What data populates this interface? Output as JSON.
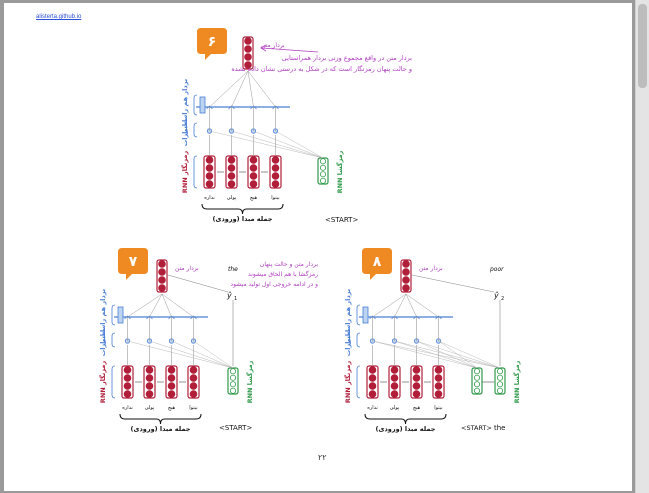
{
  "header": {
    "link": "alisterta.github.io"
  },
  "footer": {
    "page_number": "۲۲"
  },
  "diagram_top": {
    "step_number": "۶",
    "context_vector_label": "بردار متن",
    "note": [
      "بردار متن در واقع مجموع وزنی بردار همراستایی",
      "و حالت پنهان رمزنگار است که در شکل به درستی نشان داده نشده"
    ],
    "attention_label": "بردار هم راستایی",
    "scores_label": "امتیازات",
    "encoder_label": "RNN رمزنگار",
    "decoder_label": "RNN رمزگشا",
    "words": [
      "نداره",
      "پولی",
      "هیچ",
      "بیتوا"
    ],
    "decoder_input": "<START>",
    "source_caption": "جمله مبدا (ورودی)"
  },
  "diagram_left": {
    "step_number": "۷",
    "context_vector_label": "بردار متن",
    "note": [
      "بردار متن و حالت پنهان",
      "رمزگشا با هم الحاق میشوند",
      "و در ادامه خروجی اول تولید میشود"
    ],
    "output_word": "the",
    "output_symbol": "ŷ",
    "output_sub": "1",
    "attention_label": "بردار هم راستایی",
    "scores_label": "امتیازات",
    "encoder_label": "RNN رمزنگار",
    "decoder_label": "RNN رمزگشا",
    "words": [
      "نداره",
      "پولی",
      "هیچ",
      "بیتوا"
    ],
    "decoder_input": "<START>",
    "source_caption": "جمله مبدا (ورودی)"
  },
  "diagram_right": {
    "step_number": "۸",
    "context_vector_label": "بردار متن",
    "output_word": "poor",
    "output_symbol": "ŷ",
    "output_sub": "2",
    "attention_label": "بردار هم راستایی",
    "scores_label": "امتیازات",
    "encoder_label": "RNN رمزنگار",
    "decoder_label": "RNN رمزگشا",
    "words": [
      "نداره",
      "پولی",
      "هیچ",
      "بیتوا"
    ],
    "decoder_input_1": "<START>",
    "decoder_input_2": "the",
    "source_caption": "جمله مبدا (ورودی)"
  },
  "colors": {
    "encoder": "#b01e3a",
    "decoder": "#2f9a4a",
    "attention": "#4a7fd4",
    "note": "#b03cc0",
    "badge": "#ef8a23"
  }
}
